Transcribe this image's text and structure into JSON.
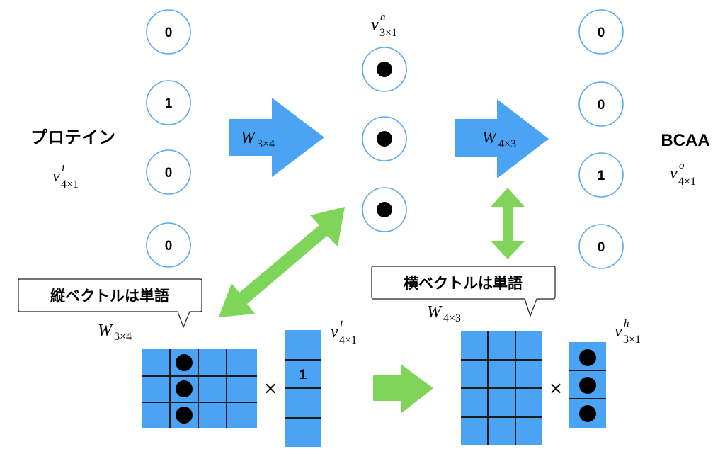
{
  "colors": {
    "blue": "#4aa3f3",
    "green": "#7fd45a",
    "circle_stroke": "#5aa9ee",
    "grid_line": "#1a1a1a"
  },
  "labels": {
    "protein": "プロテイン",
    "bcaa": "BCAA",
    "times": "×"
  },
  "math": {
    "v_in": {
      "base": "v",
      "sup": "i",
      "sub": "4×1"
    },
    "v_hidden": {
      "base": "v",
      "sup": "h",
      "sub": "3×1"
    },
    "v_out": {
      "base": "v",
      "sup": "o",
      "sub": "4×1"
    },
    "w_in": {
      "base": "W",
      "sub": "3×4"
    },
    "w_out": {
      "base": "W",
      "sub": "4×3"
    }
  },
  "input_nodes": [
    "0",
    "1",
    "0",
    "0"
  ],
  "hidden_nodes": [
    "dot",
    "dot",
    "dot"
  ],
  "output_nodes": [
    "0",
    "0",
    "1",
    "0"
  ],
  "callouts": {
    "left": "縦ベクトルは単語",
    "right": "横ベクトルは単語"
  },
  "bottom": {
    "input_vector_value": "1"
  }
}
